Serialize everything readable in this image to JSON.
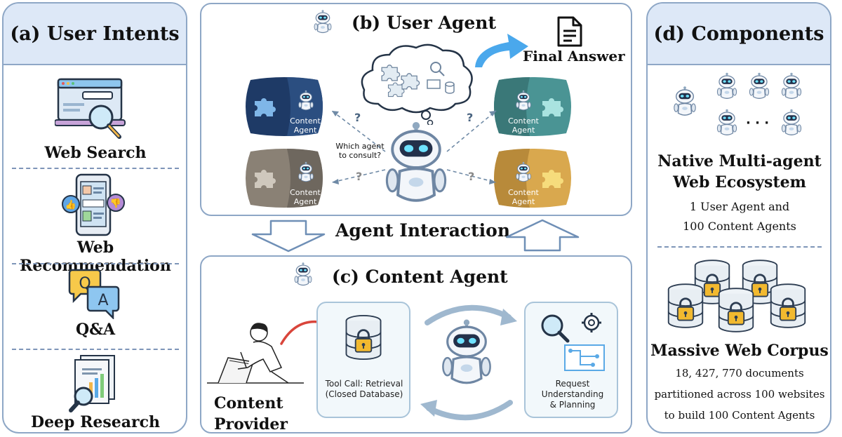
{
  "panel_a": {
    "title": "(a) User Intents",
    "items": [
      {
        "label": "Web Search",
        "icon": "web-search-icon"
      },
      {
        "label": "Web Recommendation",
        "icon": "web-recommendation-icon"
      },
      {
        "label": "Q&A",
        "icon": "qa-icon"
      },
      {
        "label": "Deep Research",
        "icon": "deep-research-icon"
      }
    ]
  },
  "panel_b": {
    "title": "(b) User Agent",
    "final_answer": "Final Answer",
    "question": "Which agent to consult?",
    "question_mark": "?",
    "content_agent_label": "Content Agent"
  },
  "interaction": {
    "label": "Agent Interaction"
  },
  "panel_c": {
    "title": "(c) Content Agent",
    "provider": "Content Provider",
    "tool_call": "Tool Call: Retrieval (Closed Database)",
    "request": "Request Understanding & Planning"
  },
  "panel_d": {
    "title": "(d) Components",
    "ecosystem_title": "Native Multi-agent Web Ecosystem",
    "ecosystem_desc1": "1 User Agent and",
    "ecosystem_desc2": "100 Content Agents",
    "ellipsis": "· · ·",
    "corpus_title": "Massive Web Corpus",
    "corpus_desc1": "18, 427, 770 documents",
    "corpus_desc2": "partitioned across 100 websites",
    "corpus_desc3": "to build 100 Content Agents"
  },
  "colors": {
    "panel_border": "#8ea7c6",
    "panel_header": "#dde8f7",
    "arrow_blue": "#4aa8ec",
    "arrow_red": "#d9453b",
    "dark_blue": "#1e3a66",
    "teal": "#4a9494",
    "taupe": "#8a8175",
    "gold": "#d9a84e"
  }
}
